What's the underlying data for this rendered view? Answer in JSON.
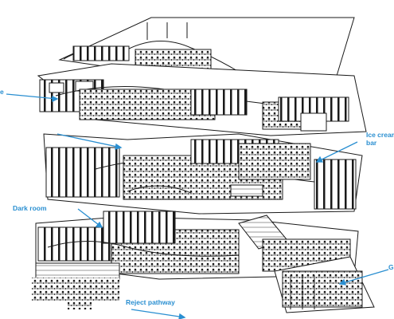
{
  "palette": {
    "ink": "#1a1a1a",
    "callout": "#2a8fd1",
    "paper": "#ffffff"
  },
  "callouts": {
    "ice_cream_bar": "Ice cream\nbar",
    "dark_room": "Dark room",
    "reject_pathway": "Reject pathway",
    "cut_left": "e",
    "cut_right": "G"
  }
}
